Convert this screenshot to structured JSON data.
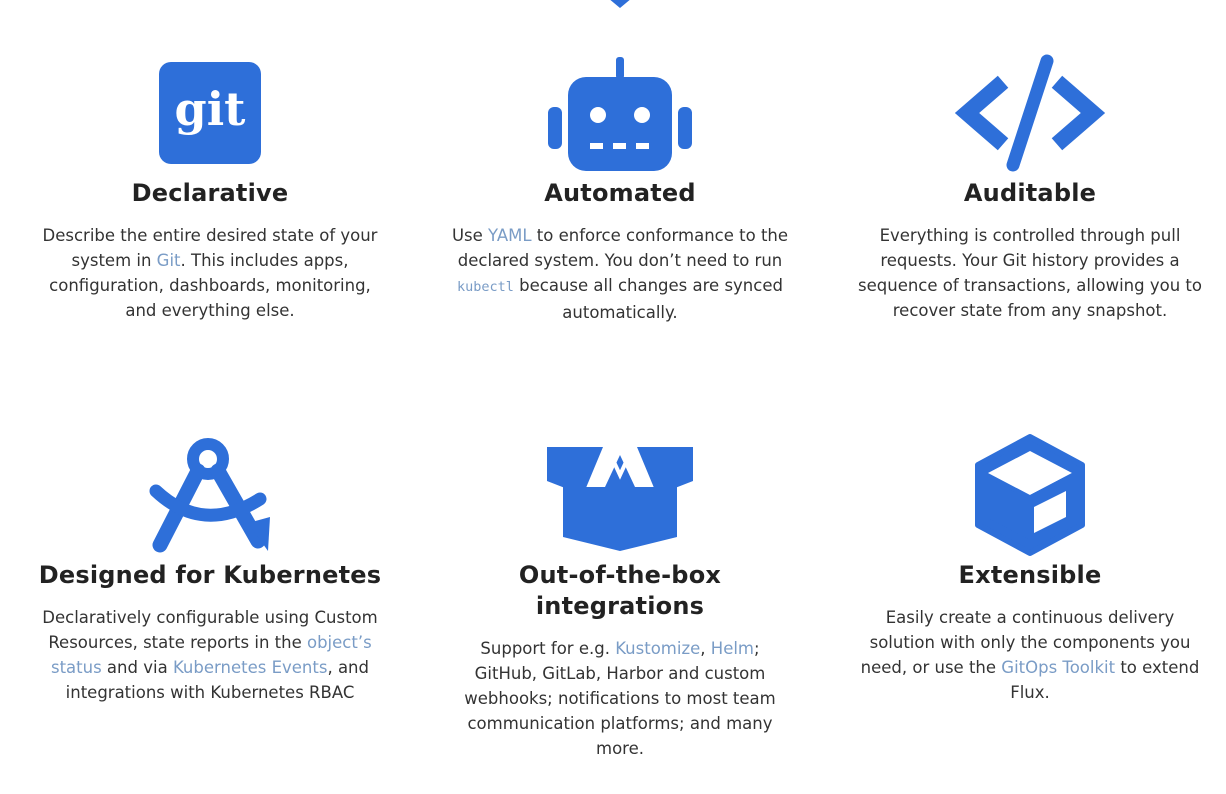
{
  "colors": {
    "icon_blue": "#2e6fd9",
    "link": "#7a9cc6",
    "heading": "#222222",
    "text": "#333333"
  },
  "features": [
    {
      "icon": "git-icon",
      "icon_text": "git",
      "title": "Declarative",
      "desc": {
        "p1": "Describe the entire desired state of your system in ",
        "link1": "Git",
        "p2": ". This includes apps, configuration, dashboards, monitoring, and everything else."
      }
    },
    {
      "icon": "robot-icon",
      "title": "Automated",
      "desc": {
        "p1": "Use ",
        "link1": "YAML",
        "p2": " to enforce conformance to the declared system. You don’t need to run ",
        "code1": "kubectl",
        "p3": " because all changes are synced automatically."
      }
    },
    {
      "icon": "code-icon",
      "title": "Auditable",
      "desc": {
        "p1": "Everything is controlled through pull requests. Your Git history provides a sequence of transactions, allowing you to recover state from any snapshot."
      }
    },
    {
      "icon": "compass-icon",
      "title": "Designed for Kubernetes",
      "desc": {
        "p1": "Declaratively configurable using Custom Resources, state reports in the ",
        "link1": "object’s status",
        "p2": " and via ",
        "link2": "Kubernetes Events",
        "p3": ", and integrations with Kubernetes RBAC"
      }
    },
    {
      "icon": "open-box-icon",
      "title": "Out-of-the-box integrations",
      "desc": {
        "p1": "Support for e.g. ",
        "link1": "Kustomize",
        "p2": ", ",
        "link2": "Helm",
        "p3": "; GitHub, GitLab, Harbor and custom webhooks; notifications to most team communication platforms; and many more."
      }
    },
    {
      "icon": "cube-icon",
      "title": "Extensible",
      "desc": {
        "p1": "Easily create a continuous delivery solution with only the components you need, or use the ",
        "link1": "GitOps Toolkit",
        "p2": " to extend Flux."
      }
    }
  ]
}
